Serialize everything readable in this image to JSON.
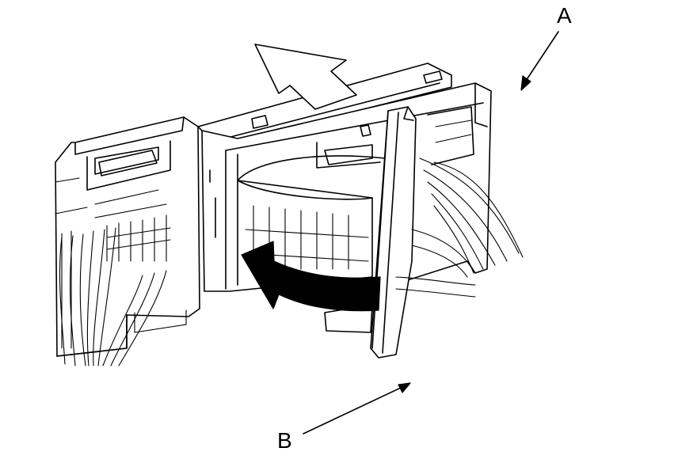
{
  "diagram": {
    "callouts": {
      "a": "A",
      "b": "B"
    },
    "arrows": {
      "slide_direction": "outline-arrow",
      "rotate_direction": "curved-black-arrow",
      "leader_a": "leader-line",
      "leader_b": "leader-line"
    },
    "colors": {
      "line": "#000000",
      "fill": "#ffffff"
    }
  }
}
